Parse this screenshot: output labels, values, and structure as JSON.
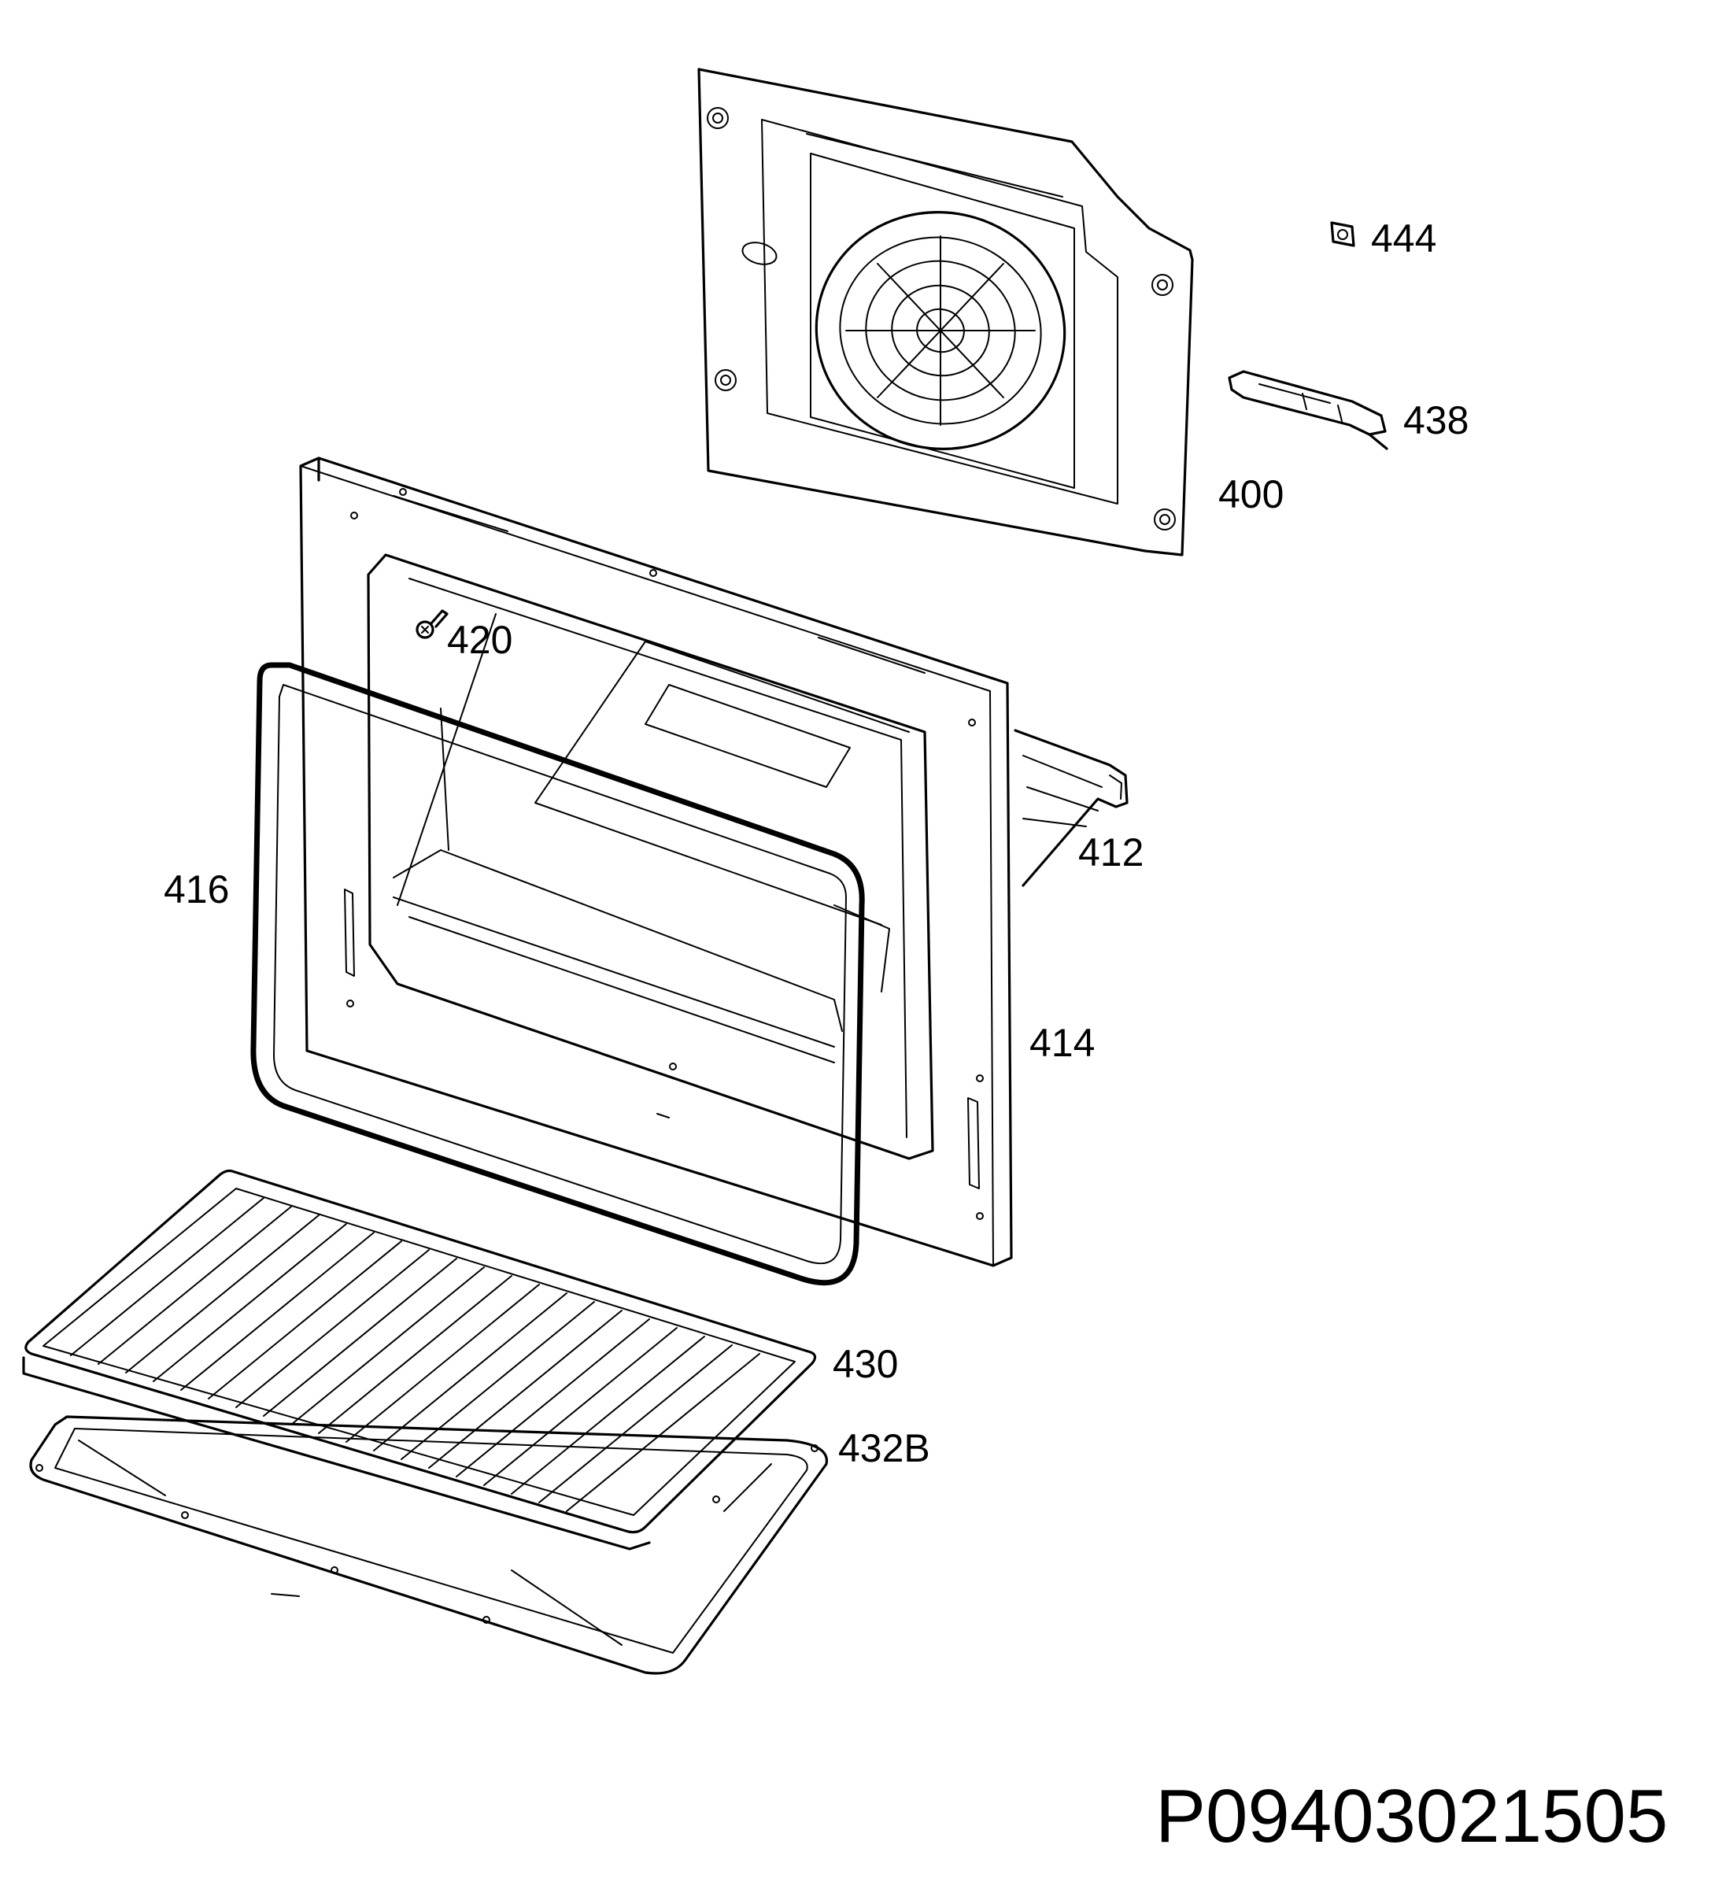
{
  "diagram": {
    "part_labels": [
      {
        "id": "444",
        "text": "444"
      },
      {
        "id": "438",
        "text": "438"
      },
      {
        "id": "400",
        "text": "400"
      },
      {
        "id": "420",
        "text": "420"
      },
      {
        "id": "416",
        "text": "416"
      },
      {
        "id": "412",
        "text": "412"
      },
      {
        "id": "414",
        "text": "414"
      },
      {
        "id": "430",
        "text": "430"
      },
      {
        "id": "432B",
        "text": "432B"
      }
    ],
    "drawing_code": "P09403021505"
  }
}
